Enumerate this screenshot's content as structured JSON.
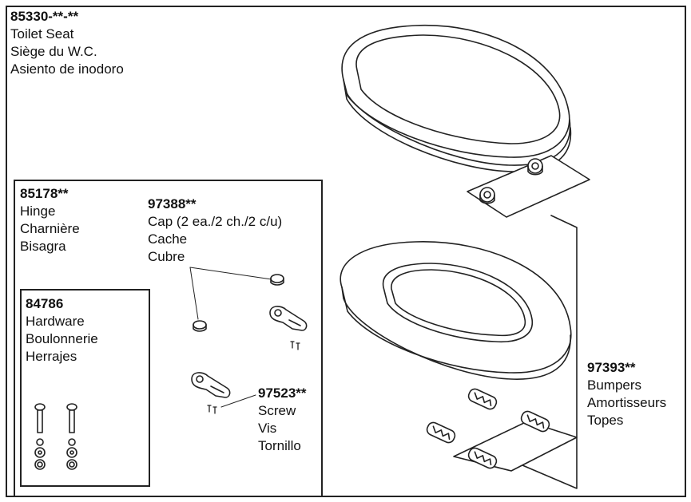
{
  "toilet_seat": {
    "part_number": "85330-**-**",
    "name_en": "Toilet Seat",
    "name_fr": "Siège du W.C.",
    "name_es": "Asiento de inodoro"
  },
  "hinge": {
    "part_number": "85178**",
    "name_en": "Hinge",
    "name_fr": "Charnière",
    "name_es": "Bisagra"
  },
  "cap": {
    "part_number": "97388**",
    "name_en": "Cap (2 ea./2 ch./2 c/u)",
    "name_fr": "Cache",
    "name_es": "Cubre"
  },
  "hardware": {
    "part_number": "84786",
    "name_en": "Hardware",
    "name_fr": "Boulonnerie",
    "name_es": "Herrajes"
  },
  "screw": {
    "part_number": "97523**",
    "name_en": "Screw",
    "name_fr": "Vis",
    "name_es": "Tornillo"
  },
  "bumpers": {
    "part_number": "97393**",
    "name_en": "Bumpers",
    "name_fr": "Amortisseurs",
    "name_es": "Topes"
  },
  "colors": {
    "line": "#222222",
    "background": "#ffffff"
  }
}
